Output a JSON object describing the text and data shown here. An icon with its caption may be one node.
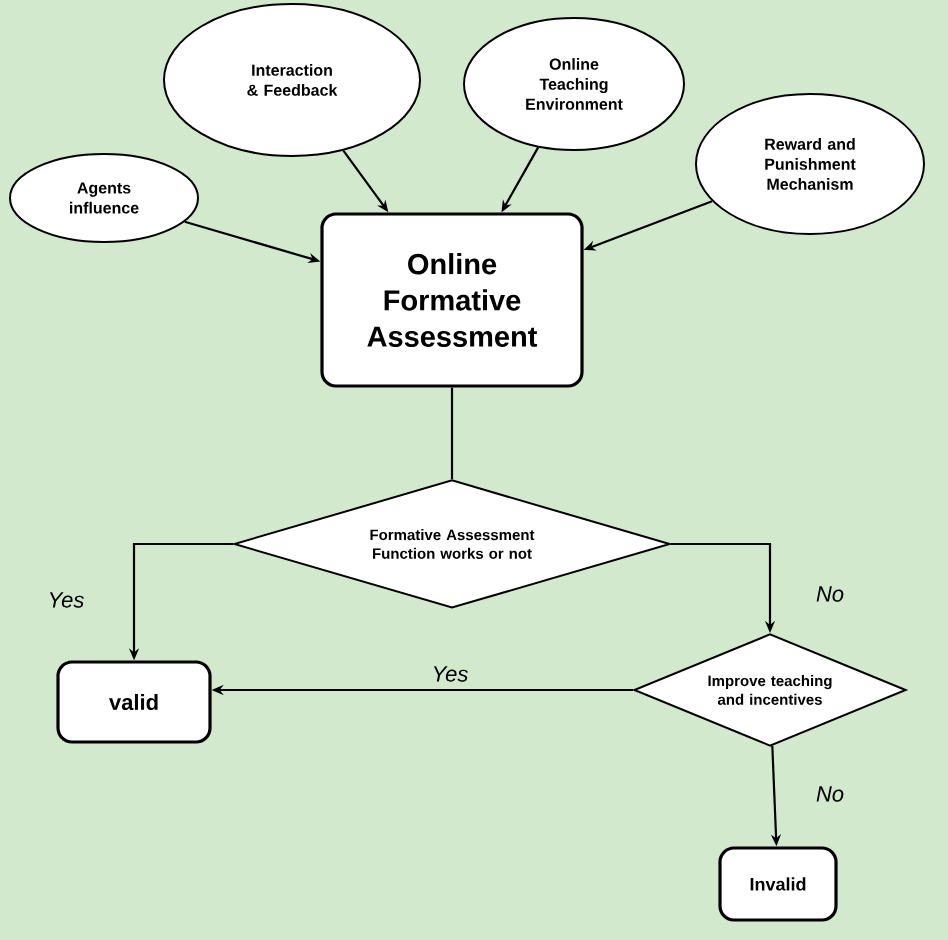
{
  "diagram": {
    "nodes": [
      {
        "text": [
          "Interaction & Feedback"
        ]
      },
      {
        "text": [
          "Online Teaching Environment"
        ]
      },
      {
        "text": [
          "Agents influence"
        ]
      },
      {
        "text": [
          "Reward and Punishment Mechanism"
        ]
      },
      {
        "text": [
          "Online Formative Assessment"
        ]
      },
      {
        "text": [
          "Formative Assessment Function works or not"
        ]
      },
      {
        "text": [
          "valid"
        ]
      },
      {
        "text": [
          "Improve teaching and incentives"
        ]
      },
      {
        "text": [
          "Invalid"
        ]
      }
    ],
    "edges": [
      {
        "from": 2,
        "to": 4,
        "arrow": "to"
      },
      {
        "from": 0,
        "to": 4,
        "arrow": "to"
      },
      {
        "from": 1,
        "to": 4,
        "arrow": "to"
      },
      {
        "from": 3,
        "to": 4,
        "arrow": "to"
      },
      {
        "from": 4,
        "to": 5,
        "arrow": "none"
      },
      {
        "from": 5,
        "to": 6,
        "arrow": "to",
        "label": "Yes"
      },
      {
        "from": 5,
        "to": 7,
        "arrow": "to",
        "label": "No"
      },
      {
        "from": 7,
        "to": 6,
        "arrow": "to",
        "label": "Yes"
      },
      {
        "from": 7,
        "to": 8,
        "arrow": "to",
        "label": "No"
      }
    ]
  }
}
